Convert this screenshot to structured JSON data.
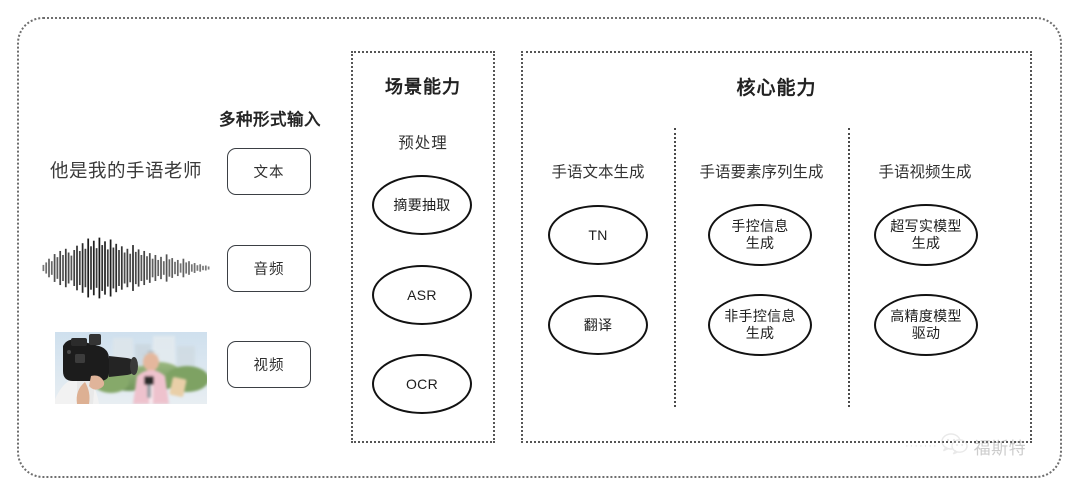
{
  "diagram": {
    "input_section": {
      "heading": "多种形式输入",
      "sample_sentence": "他是我的手语老师",
      "chips": [
        {
          "label": "文本"
        },
        {
          "label": "音频"
        },
        {
          "label": "视频"
        }
      ],
      "waveform_name": "audio-waveform",
      "video_name": "video-thumbnail"
    },
    "scene_panel": {
      "title": "场景能力",
      "subtitle": "预处理",
      "nodes": [
        {
          "line1": "摘要抽取",
          "line2": ""
        },
        {
          "line1": "ASR",
          "line2": ""
        },
        {
          "line1": "OCR",
          "line2": ""
        }
      ]
    },
    "core_panel": {
      "title": "核心能力",
      "columns": [
        {
          "title": "手语文本生成",
          "nodes": [
            {
              "line1": "TN",
              "line2": ""
            },
            {
              "line1": "翻译",
              "line2": ""
            }
          ]
        },
        {
          "title": "手语要素序列生成",
          "nodes": [
            {
              "line1": "手控信息",
              "line2": "生成"
            },
            {
              "line1": "非手控信息",
              "line2": "生成"
            }
          ]
        },
        {
          "title": "手语视频生成",
          "nodes": [
            {
              "line1": "超写实模型",
              "line2": "生成"
            },
            {
              "line1": "高精度模型",
              "line2": "驱动"
            }
          ]
        }
      ]
    },
    "watermark": {
      "text": "福斯特",
      "dots": "·······",
      "icon": "wechat-icon"
    },
    "colors": {
      "frame": "#6e6e6e",
      "panel_border": "#565656",
      "node_border": "#121212",
      "text": "#1d1d1d",
      "watermark": "#9a9a9a"
    }
  }
}
